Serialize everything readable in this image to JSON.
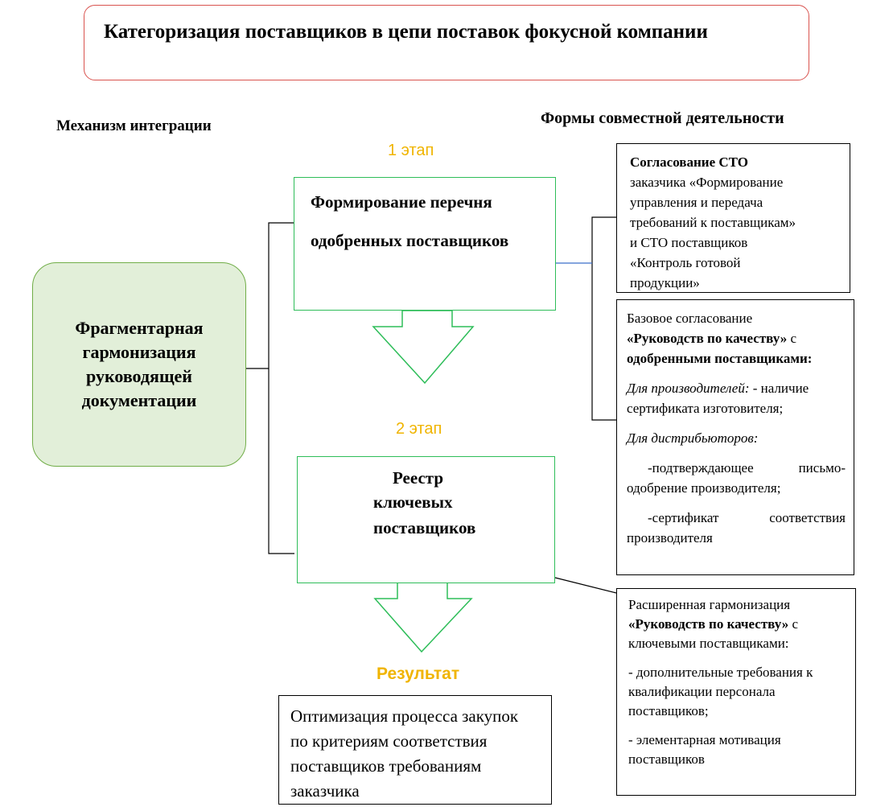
{
  "title": "Категоризация поставщиков в цепи поставок фокусной компании",
  "left_header": "Механизм интеграции",
  "right_header": "Формы совместной деятельности",
  "stage1": "1 этап",
  "stage2": "2 этап",
  "result_label": "Результат",
  "integration_mechanism": "Фрагментарная гармонизация руководящей документации",
  "stage1_box": {
    "line1": "Формирование перечня",
    "line2": "одобренных поставщиков"
  },
  "stage2_box": {
    "line1": "Реестр",
    "line2": "ключевых",
    "line3": "поставщиков"
  },
  "result_box": "Оптимизация процесса закупок по критериям соответствия поставщиков требованиям заказчика",
  "form1": {
    "bold": "Согласование СТО",
    "l1": "заказчика «Формирование",
    "l2": "управления и передача",
    "l3": "требований к поставщикам»",
    "l4": "и СТО поставщиков",
    "l5": "«Контроль готовой",
    "l6": "продукции»"
  },
  "form2": {
    "intro": "Базовое согласование",
    "bold": "«Руководств по качеству»",
    "after_bold": " с",
    "bold2": "одобренными поставщиками:",
    "producers_label": "Для производителей:",
    "producers_text": " - наличие сертификата изготовителя;",
    "distributors_label": "Для дистрибьюторов:",
    "item1": "-подтверждающее письмо-одобрение производителя;",
    "item2": "-сертификат соответствия производителя"
  },
  "form3": {
    "intro": "Расширенная гармонизация",
    "bold": "«Руководств по качеству»",
    "after_bold": " с",
    "line": "ключевыми поставщиками:",
    "item1": "- дополнительные требования к квалификации персонала поставщиков;",
    "item2": "- элементарная мотивация поставщиков"
  }
}
